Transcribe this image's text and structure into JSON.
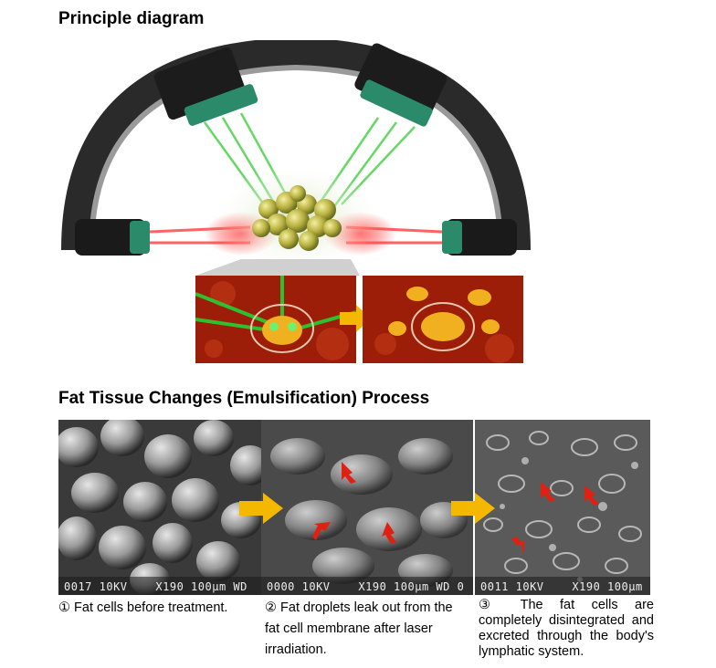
{
  "headings": {
    "principle": "Principle diagram",
    "process": "Fat Tissue Changes (Emulsification) Process"
  },
  "sem_labels": {
    "panel1": "0017 10KV    X190 100μm WD",
    "panel2": "0000 10KV    X190 100μm WD 0",
    "panel3": "0011 10KV    X190 100μm"
  },
  "captions": {
    "step1": "① Fat cells before treatment.",
    "step2": "② Fat droplets leak out from the fat cell membrane after laser irradiation.",
    "step3": "③ The fat cells are completely disintegrated and excreted through the body's lymphatic system."
  },
  "colors": {
    "laser_green": "#3fcf3f",
    "laser_red": "#ff3030",
    "arrow_yellow": "#f5b800",
    "tissue_red": "#a8200a",
    "fat_gold": "#f0b020",
    "sem_arrow_red": "#e02010"
  }
}
